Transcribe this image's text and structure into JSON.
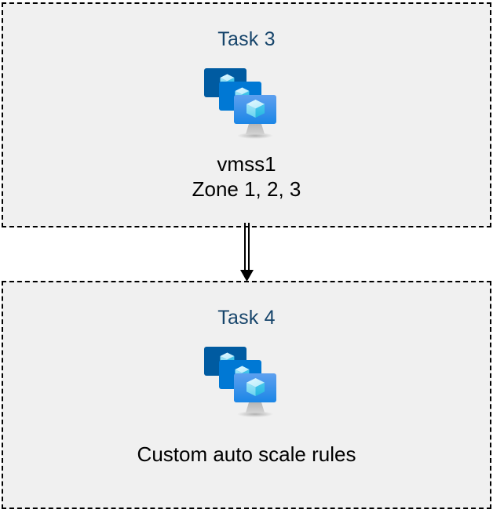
{
  "diagram": {
    "type": "vertical-flow",
    "background_color": "#ffffff",
    "box_fill_color": "#f0f0f0",
    "box_border_color": "#000000",
    "box_border_style": "dashed",
    "title_color": "#17456b",
    "caption_color": "#000000",
    "steps": [
      {
        "title": "Task 3",
        "icon": "azure-vm-scale-set-icon",
        "caption": "vmss1\nZone 1, 2, 3",
        "resource_name": "vmss1",
        "zones": "Zone 1, 2, 3"
      },
      {
        "title": "Task 4",
        "icon": "azure-vm-scale-set-icon",
        "caption": "Custom auto scale rules"
      }
    ],
    "connector": {
      "name": "double-line-arrow-down",
      "from": "Task 3",
      "to": "Task 4",
      "color": "#000000",
      "style": "double-line",
      "arrowhead": "solid-triangle"
    }
  },
  "icon_colors": {
    "monitor_back": "#005ba1",
    "monitor_mid": "#0078d4",
    "monitor_front_top": "#5ea0ef",
    "monitor_front_bottom": "#1b86e6",
    "cube_light": "#c3f1ff",
    "cube_mid": "#9cebff",
    "cube_dark": "#32bedd",
    "stand": "#a3a3a3"
  }
}
